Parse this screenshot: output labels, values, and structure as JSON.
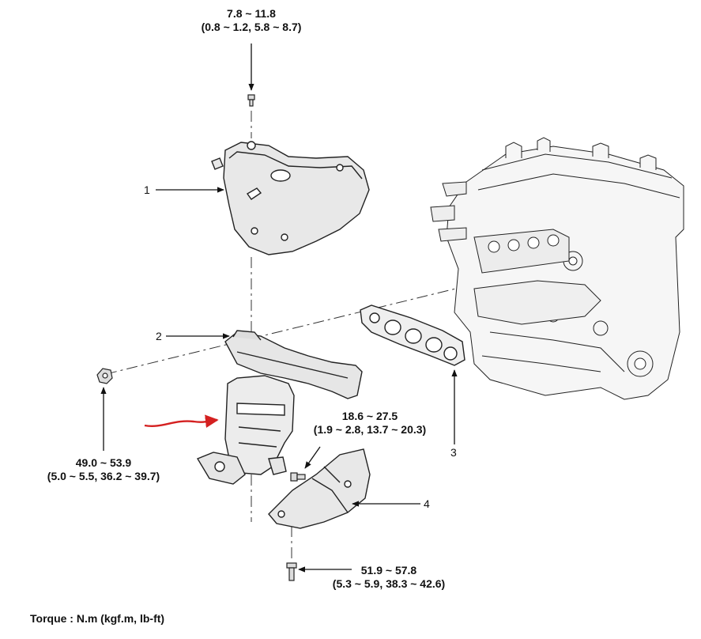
{
  "torque_specs": {
    "heat_shield_bolt": {
      "value": "7.8 ~ 11.8",
      "conv": "(0.8 ~ 1.2, 5.8 ~ 8.7)"
    },
    "manifold_nut": {
      "value": "49.0 ~ 53.9",
      "conv": "(5.0 ~ 5.5, 36.2 ~ 39.7)"
    },
    "bracket_upper_bolt": {
      "value": "18.6 ~ 27.5",
      "conv": "(1.9 ~ 2.8, 13.7 ~ 20.3)"
    },
    "bracket_lower_bolt": {
      "value": "51.9 ~ 57.8",
      "conv": "(5.3 ~ 5.9, 38.3 ~ 42.6)"
    }
  },
  "callouts": [
    "1",
    "2",
    "3",
    "4"
  ],
  "footer": "Torque : N.m (kgf.m, lb-ft)",
  "colors": {
    "line": "#111111",
    "part_fill": "#e8e8e8",
    "annotation_arrow": "#d42020"
  }
}
